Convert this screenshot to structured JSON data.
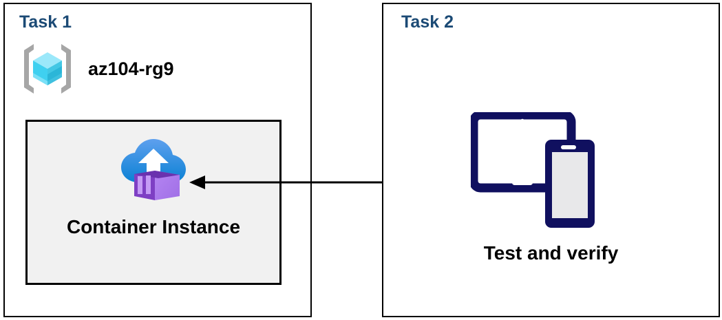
{
  "diagram": {
    "panels": [
      {
        "id": "task1",
        "title": "Task 1",
        "resource_group": {
          "icon": "azure-resource-group-icon",
          "name": "az104-rg9"
        },
        "resource": {
          "icon": "azure-container-instance-icon",
          "label": "Container Instance"
        }
      },
      {
        "id": "task2",
        "title": "Task 2",
        "action": {
          "icon": "tablet-and-phone-devices-icon",
          "label": "Test and verify"
        }
      }
    ],
    "connector": {
      "name": "arrow-task2-to-container-instance",
      "direction": "right-to-left",
      "from": "Test and verify",
      "to": "Container Instance"
    },
    "colors": {
      "task_title": "#1B4A75",
      "panel_border": "#000000",
      "resource_box_fill": "#F1F1F1",
      "device_navy": "#10105F",
      "cube_cyan": "#4FD7F3",
      "container_purple": "#A772EE",
      "cloud_blue": "#1B87DC"
    }
  }
}
